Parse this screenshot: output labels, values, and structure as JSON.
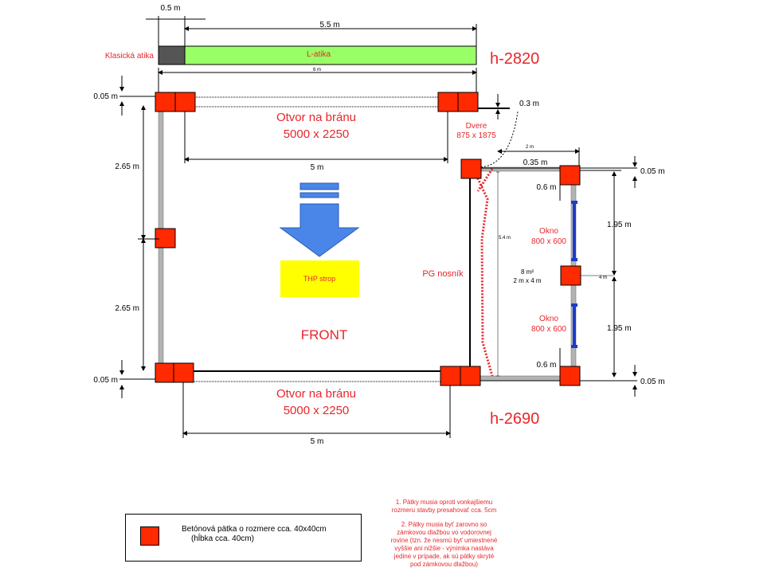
{
  "labels": {
    "dim_05m_top": "0.5 m",
    "dim_55m": "5.5 m",
    "klasicka_atika": "Klasická atika",
    "l_atika": "L-atika",
    "dim_6m": "6 m",
    "h_top": "h-2820",
    "h_bottom": "h-2690",
    "dim_005_tl": "0.05 m",
    "dim_005_bl": "0.05 m",
    "dim_005_tr": "0.05 m",
    "dim_005_br": "0.05 m",
    "dim_03m": "0.3 m",
    "dim_265_top": "2.65 m",
    "dim_265_bottom": "2.65 m",
    "otvor_top_line1": "Otvor na bránu",
    "otvor_top_line2": "5000 x 2250",
    "otvor_bottom_line1": "Otvor na bránu",
    "otvor_bottom_line2": "5000 x 2250",
    "dim_5m_top": "5 m",
    "dim_5m_bottom": "5 m",
    "dvere_line1": "Dvere",
    "dvere_line2": "875 x 1875",
    "dim_2m": "2 m",
    "dim_035m": "0.35 m",
    "dim_06m_top": "0.6 m",
    "dim_06m_bottom": "0.6 m",
    "dim_54m": "5.4 m",
    "dim_4m": "4 m",
    "dim_195_top": "1.95 m",
    "dim_195_bottom": "1.95 m",
    "okno_top_line1": "Okno",
    "okno_top_line2": "800 x 600",
    "okno_bottom_line1": "Okno",
    "okno_bottom_line2": "800 x 600",
    "area_line1": "8 m²",
    "area_line2": "2 m x 4 m",
    "pg_nosnik": "PG nosník",
    "thp_strop": "THP strop",
    "front": "FRONT"
  },
  "legend": {
    "line1": "Betónová pätka o rozmere cca. 40x40cm",
    "line2": "(hĺbka cca. 40cm)"
  },
  "notes": {
    "note1": "1. Pätky musia oproti vonkajšiemu\nrozmeru stavby presahovať cca. 5cm",
    "note2": "2. Pätky musia byť zarovno so\nzámkovou dlažbou vo vodorovnej\nrovine (tzn. že nesmú byť umiestnené\nvyššie ani nižšie - výnimka nastáva\njedine v prípade, ak sú pätky skryté\npod zámkovou dlažbou)"
  },
  "colors": {
    "footing": "#ff2a00",
    "l_atika": "#99ff66",
    "klasicka_atika": "#555555",
    "text_red": "#e8262a",
    "arrow": "#4a86e8",
    "thp": "#ffff00",
    "wall_gray": "#b3b3b3",
    "window_blue": "#1c3ccc"
  }
}
